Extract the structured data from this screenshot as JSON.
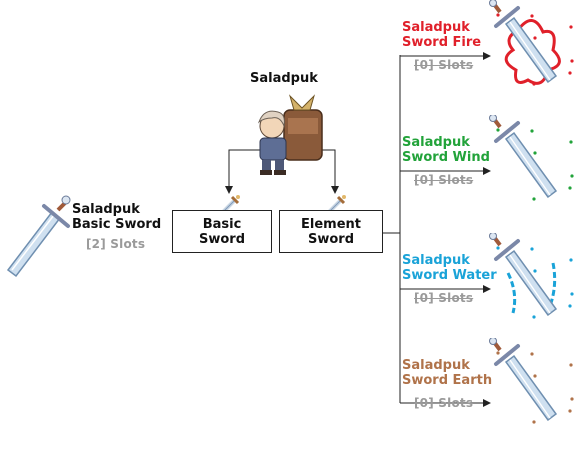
{
  "npc": {
    "name": "Saladpuk"
  },
  "left_item": {
    "name_line1": "Saladpuk",
    "name_line2": "Basic Sword",
    "slots": "[2] Slots"
  },
  "boxes": {
    "basic": {
      "line1": "Basic",
      "line2": "Sword"
    },
    "element": {
      "line1": "Element",
      "line2": "Sword"
    }
  },
  "outputs": [
    {
      "line1": "Saladpuk",
      "line2": "Sword Fire",
      "slots": "[0] Slots",
      "color": "#e0202a",
      "effect": "fire"
    },
    {
      "line1": "Saladpuk",
      "line2": "Sword Wind",
      "slots": "[0] Slots",
      "color": "#22a33a",
      "effect": "wind"
    },
    {
      "line1": "Saladpuk",
      "line2": "Sword Water",
      "slots": "[0] Slots",
      "color": "#1aa3d8",
      "effect": "water"
    },
    {
      "line1": "Saladpuk",
      "line2": "Sword Earth",
      "slots": "[0] Slots",
      "color": "#b0734a",
      "effect": "earth"
    }
  ]
}
